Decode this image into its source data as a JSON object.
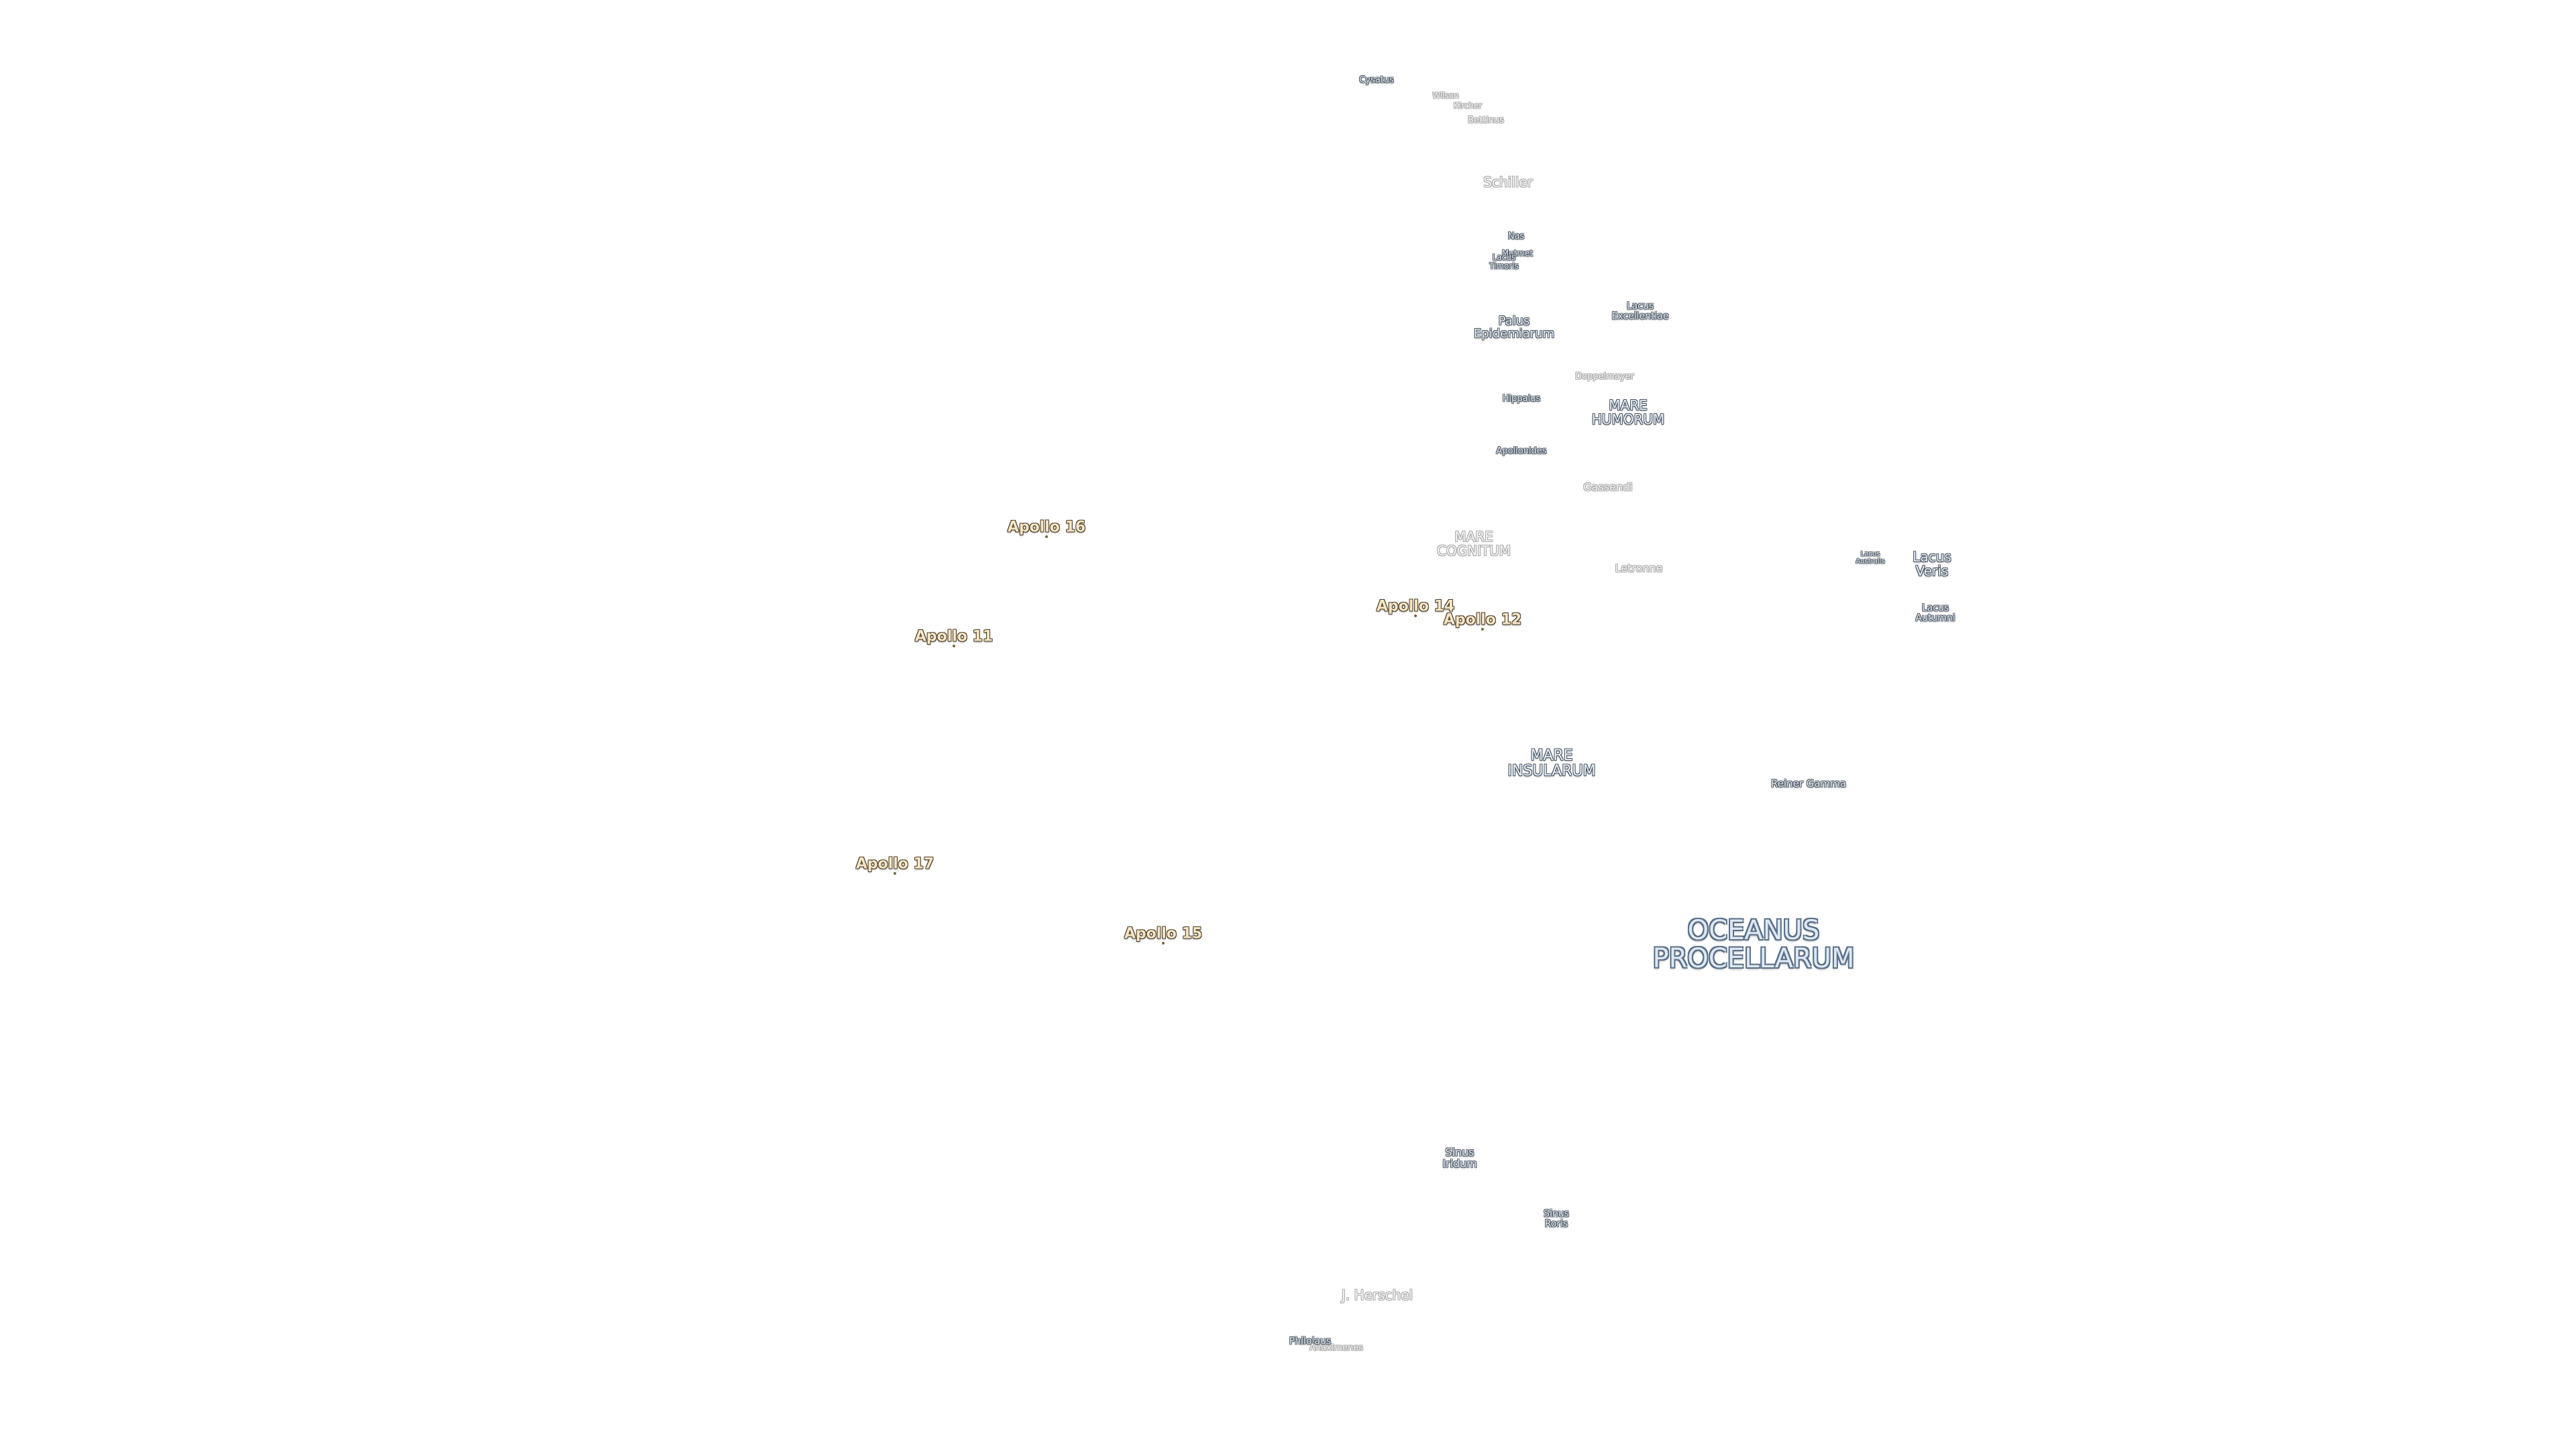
{
  "map": {
    "features": {
      "cysatus": "Cysatus",
      "wilson": "Wilson",
      "kircher": "Kircher",
      "bettinus": "Bettinus",
      "schiller": "Schiller",
      "nasmyth": "Nas",
      "mutmet": "Mutmet",
      "lacus_timoris": "Lacus\nTimoris",
      "lacus_excellentiae": "Lacus\nExcellentiae",
      "palus_epidemiarum": "Palus\nEpidemiarum",
      "doppelmayer": "Doppelmayer",
      "hippalus": "Hippalus",
      "mare_humorum": "MARE\nHUMORUM",
      "apianus": "Apollonides",
      "gassendi": "Gassendi",
      "mare_cognitum": "MARE\nCOGNITUM",
      "letronne": "Letronne",
      "lacus_autumni_small": "Lacus\nAustralis",
      "lacus_veris": "Lacus\nVeris",
      "lacus_autumni": "Lacus\nAutumni",
      "mare_insularum": "MARE\nINSULARUM",
      "reiner_gamma": "Reiner Gamma",
      "oceanus_procellarum": "OCEANUS\nPROCELLARUM",
      "sinus_iridum": "Sinus\nIridum",
      "sinus_roris": "Sinus\nRoris",
      "j_herschel": "J. Herschel",
      "philolaus": "Philolaus",
      "anaximenes": "Anaximenes"
    },
    "apollo_sites": {
      "apollo_16": "Apollo 16",
      "apollo_14": "Apollo 14",
      "apollo_12": "Apollo 12",
      "apollo_11": "Apollo 11",
      "apollo_17": "Apollo 17",
      "apollo_15": "Apollo 15"
    },
    "colors": {
      "feature_label": "#e8eef4",
      "feature_halo": "#4a5562",
      "apollo_label": "#f5e6c8",
      "apollo_halo": "#4b3b22",
      "background": "#ffffff"
    }
  }
}
